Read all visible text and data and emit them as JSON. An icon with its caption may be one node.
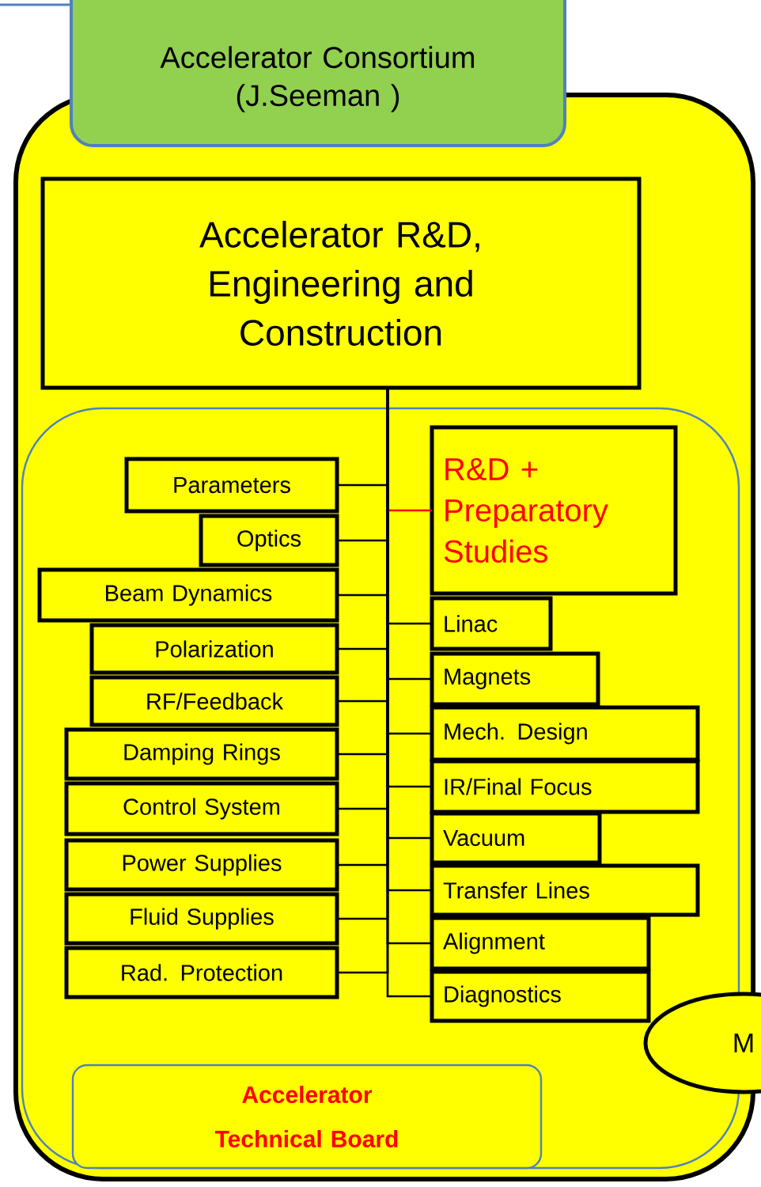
{
  "diagram": {
    "nodes": [
      {
        "text": [
          "Accelerator Consortium (J.Seeman )"
        ]
      },
      {
        "text": [],
        "shape": "box"
      },
      {
        "text": [
          "Accelerator R&D, Engineering and Construction"
        ],
        "in": 1
      },
      {
        "text": [],
        "shape": "box",
        "in": 1
      },
      {
        "text": [
          "Parameters"
        ],
        "in": 3
      },
      {
        "text": [
          "Optics"
        ],
        "in": 3
      },
      {
        "text": [
          "Beam Dynamics"
        ],
        "in": 3
      },
      {
        "text": [
          "Polarization"
        ],
        "in": 3
      },
      {
        "text": [
          "RF/Feedback"
        ],
        "in": 3
      },
      {
        "text": [
          "Damping Rings"
        ],
        "in": 3
      },
      {
        "text": [
          "Control System"
        ],
        "in": 3
      },
      {
        "text": [
          "Power Supplies"
        ],
        "in": 3
      },
      {
        "text": [
          "Fluid Supplies"
        ],
        "in": 3
      },
      {
        "text": [
          "Rad. Protection"
        ],
        "in": 3
      },
      {
        "text": [
          "R&D + Preparatory Studies"
        ],
        "in": 3
      },
      {
        "text": [
          "Linac"
        ],
        "in": 3
      },
      {
        "text": [
          "Magnets"
        ],
        "in": 3
      },
      {
        "text": [
          "Mech. Design"
        ],
        "in": 3
      },
      {
        "text": [
          "IR/Final Focus"
        ],
        "in": 3
      },
      {
        "text": [
          "Vacuum"
        ],
        "in": 3
      },
      {
        "text": [
          "Transfer Lines"
        ],
        "in": 3
      },
      {
        "text": [
          "Alignment"
        ],
        "in": 3
      },
      {
        "text": [
          "Diagnostics"
        ],
        "in": 3
      },
      {
        "text": [
          "Accelerator Technical Board"
        ],
        "in": 3
      },
      {
        "text": [
          "M"
        ]
      }
    ],
    "edges": [
      {
        "from": 2,
        "to": 4,
        "arrow": "none"
      },
      {
        "from": 2,
        "to": 5,
        "arrow": "none"
      },
      {
        "from": 2,
        "to": 6,
        "arrow": "none"
      },
      {
        "from": 2,
        "to": 7,
        "arrow": "none"
      },
      {
        "from": 2,
        "to": 8,
        "arrow": "none"
      },
      {
        "from": 2,
        "to": 9,
        "arrow": "none"
      },
      {
        "from": 2,
        "to": 10,
        "arrow": "none"
      },
      {
        "from": 2,
        "to": 11,
        "arrow": "none"
      },
      {
        "from": 2,
        "to": 12,
        "arrow": "none"
      },
      {
        "from": 2,
        "to": 13,
        "arrow": "none"
      },
      {
        "from": 2,
        "to": 14,
        "arrow": "none",
        "color": "#ff0000"
      },
      {
        "from": 2,
        "to": 15,
        "arrow": "none"
      },
      {
        "from": 2,
        "to": 16,
        "arrow": "none"
      },
      {
        "from": 2,
        "to": 17,
        "arrow": "none"
      },
      {
        "from": 2,
        "to": 18,
        "arrow": "none"
      },
      {
        "from": 2,
        "to": 19,
        "arrow": "none"
      },
      {
        "from": 2,
        "to": 20,
        "arrow": "none"
      },
      {
        "from": 2,
        "to": 21,
        "arrow": "none"
      },
      {
        "from": 2,
        "to": 22,
        "arrow": "none"
      }
    ]
  }
}
